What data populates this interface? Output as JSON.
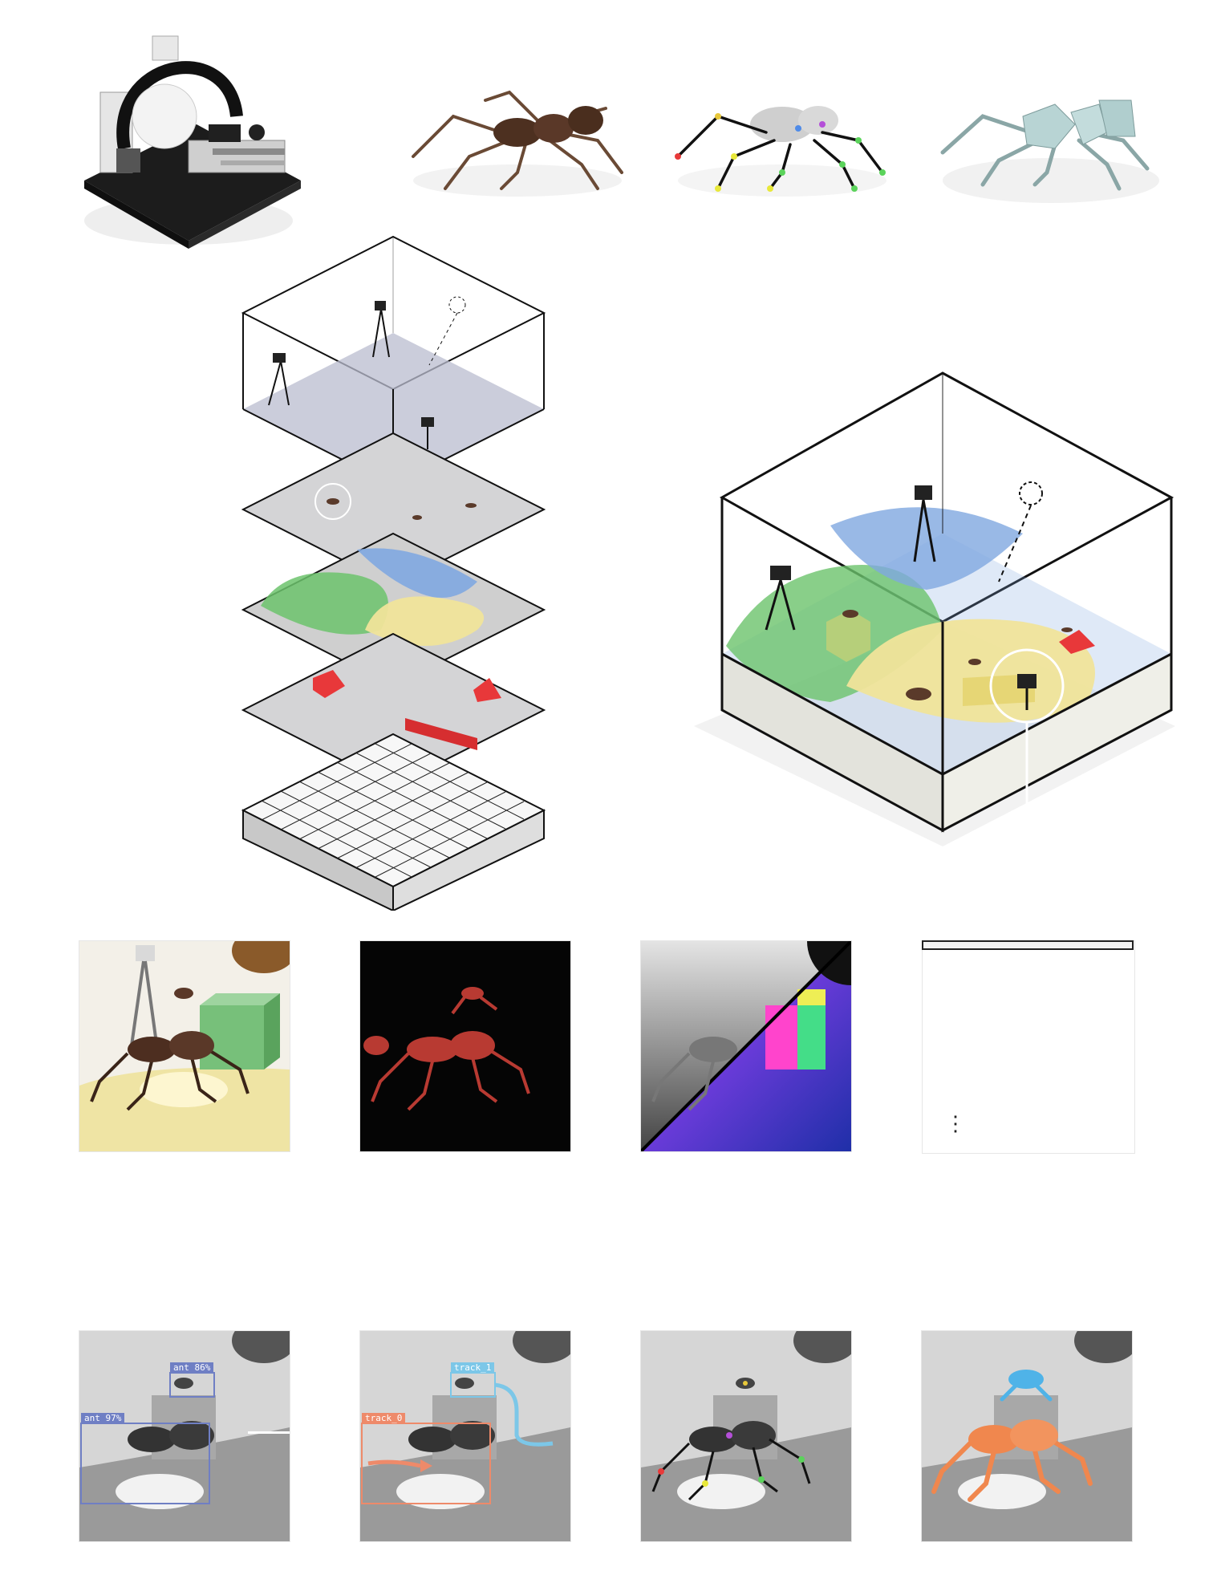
{
  "figure": {
    "mesh_label": "mesh",
    "list_ellipsis": "⋮"
  },
  "detections": [
    {
      "label": "ant 86%",
      "color": "#6f7fc4"
    },
    {
      "label": "ant 97%",
      "color": "#6f7fc4"
    }
  ],
  "tracks": [
    {
      "label": "track_1",
      "color": "#7cc7e8"
    },
    {
      "label": "track_0",
      "color": "#ee8a6a"
    }
  ],
  "colors": {
    "ant_brown": "#5a3a2a",
    "segmentation_red": "#b83a32",
    "water_blue": "#7fa7e0",
    "grass_green": "#6cc36c",
    "sand_yellow": "#f0e49a",
    "object_red": "#e8383a",
    "mesh_glass": "#b8d4d4",
    "orange_ant": "#f0874e",
    "blue_ant": "#4fb3e8"
  }
}
